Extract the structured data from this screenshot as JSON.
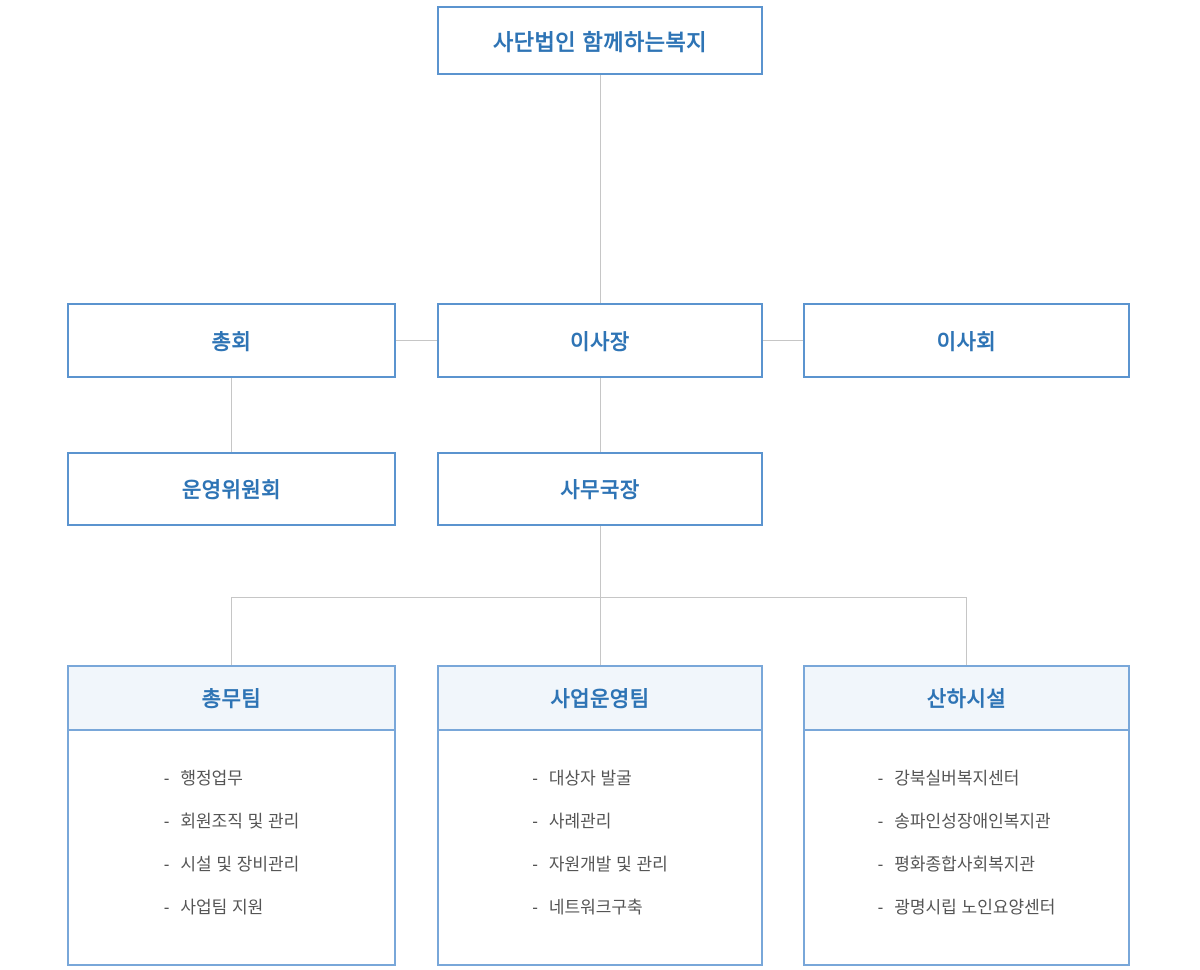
{
  "org_chart": {
    "root": {
      "label": "사단법인 함께하는복지"
    },
    "governance": {
      "general_assembly": {
        "label": "총회"
      },
      "chairman": {
        "label": "이사장"
      },
      "board_of_directors": {
        "label": "이사회"
      },
      "steering_committee": {
        "label": "운영위원회"
      },
      "secretary_general": {
        "label": "사무국장"
      }
    },
    "list_bullet": "-",
    "departments": [
      {
        "title": "총무팀",
        "items": [
          "행정업무",
          "회원조직 및 관리",
          "시설 및 장비관리",
          "사업팀 지원"
        ]
      },
      {
        "title": "사업운영팀",
        "items": [
          "대상자 발굴",
          "사례관리",
          "자원개발 및 관리",
          "네트워크구축"
        ]
      },
      {
        "title": "산하시설",
        "items": [
          "강북실버복지센터",
          "송파인성장애인복지관",
          "평화종합사회복지관",
          "광명시립 노인요양센터"
        ]
      }
    ],
    "colors": {
      "box_border_upper": "#5b94cf",
      "box_border_lower": "#79a7d9",
      "title_text": "#2e74b5",
      "list_text": "#555555",
      "header_background": "#f1f6fb",
      "connector": "#c6c6c6"
    }
  }
}
